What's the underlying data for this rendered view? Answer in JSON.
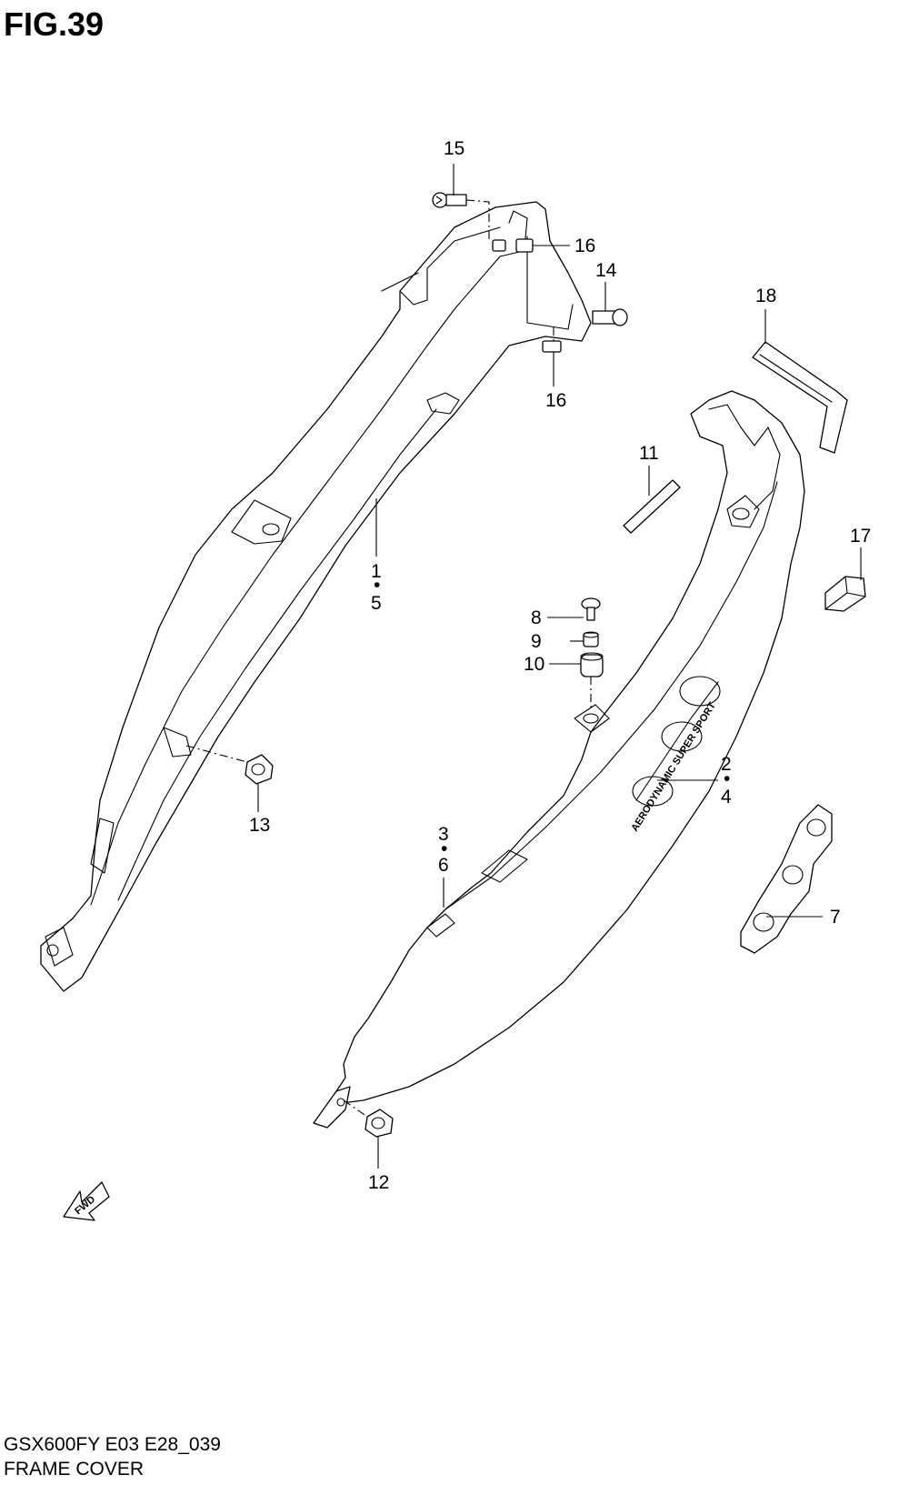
{
  "figure": {
    "title": "FIG.39",
    "code": "GSX600FY E03 E28_039",
    "name": "FRAME COVER"
  },
  "callouts": {
    "c1": "1",
    "c2": "2",
    "c3": "3",
    "c4": "4",
    "c5": "5",
    "c6": "6",
    "c7": "7",
    "c8": "8",
    "c9": "9",
    "c10": "10",
    "c11": "11",
    "c12": "12",
    "c13": "13",
    "c14": "14",
    "c15": "15",
    "c16a": "16",
    "c16b": "16",
    "c17": "17",
    "c18": "18"
  },
  "dots": {
    "between": "•"
  },
  "fwd_arrow": {
    "label": "FWD"
  },
  "decal_text": "AERODYNAMIC SUPER SPORT"
}
